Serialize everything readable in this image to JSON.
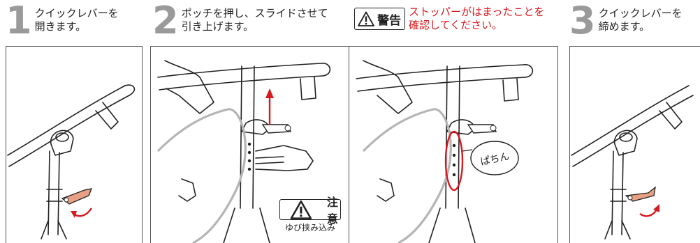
{
  "steps": [
    {
      "number": "1",
      "text": "クイックレバーを\n開きます。"
    },
    {
      "number": "2",
      "text": "ポッチを押し、スライドさせて\n引き上げます。"
    },
    {
      "number": "3",
      "text": "クイックレバーを\n締めます。"
    }
  ],
  "warning": {
    "label": "警告",
    "text": "ストッパーがはまったことを\n確認してください。"
  },
  "caution": {
    "label": "注意",
    "note": "ゆび挟み込み"
  },
  "callout": {
    "sound": "ぱちん"
  },
  "colors": {
    "lever": "#e8a184",
    "arrow_red": "#d71920",
    "step_number": "#9a9a9a",
    "cable": "#b5b5b5"
  },
  "icons": [
    "warning-triangle-icon",
    "caution-triangle-icon",
    "up-arrow-icon",
    "curved-arrow-icon"
  ]
}
